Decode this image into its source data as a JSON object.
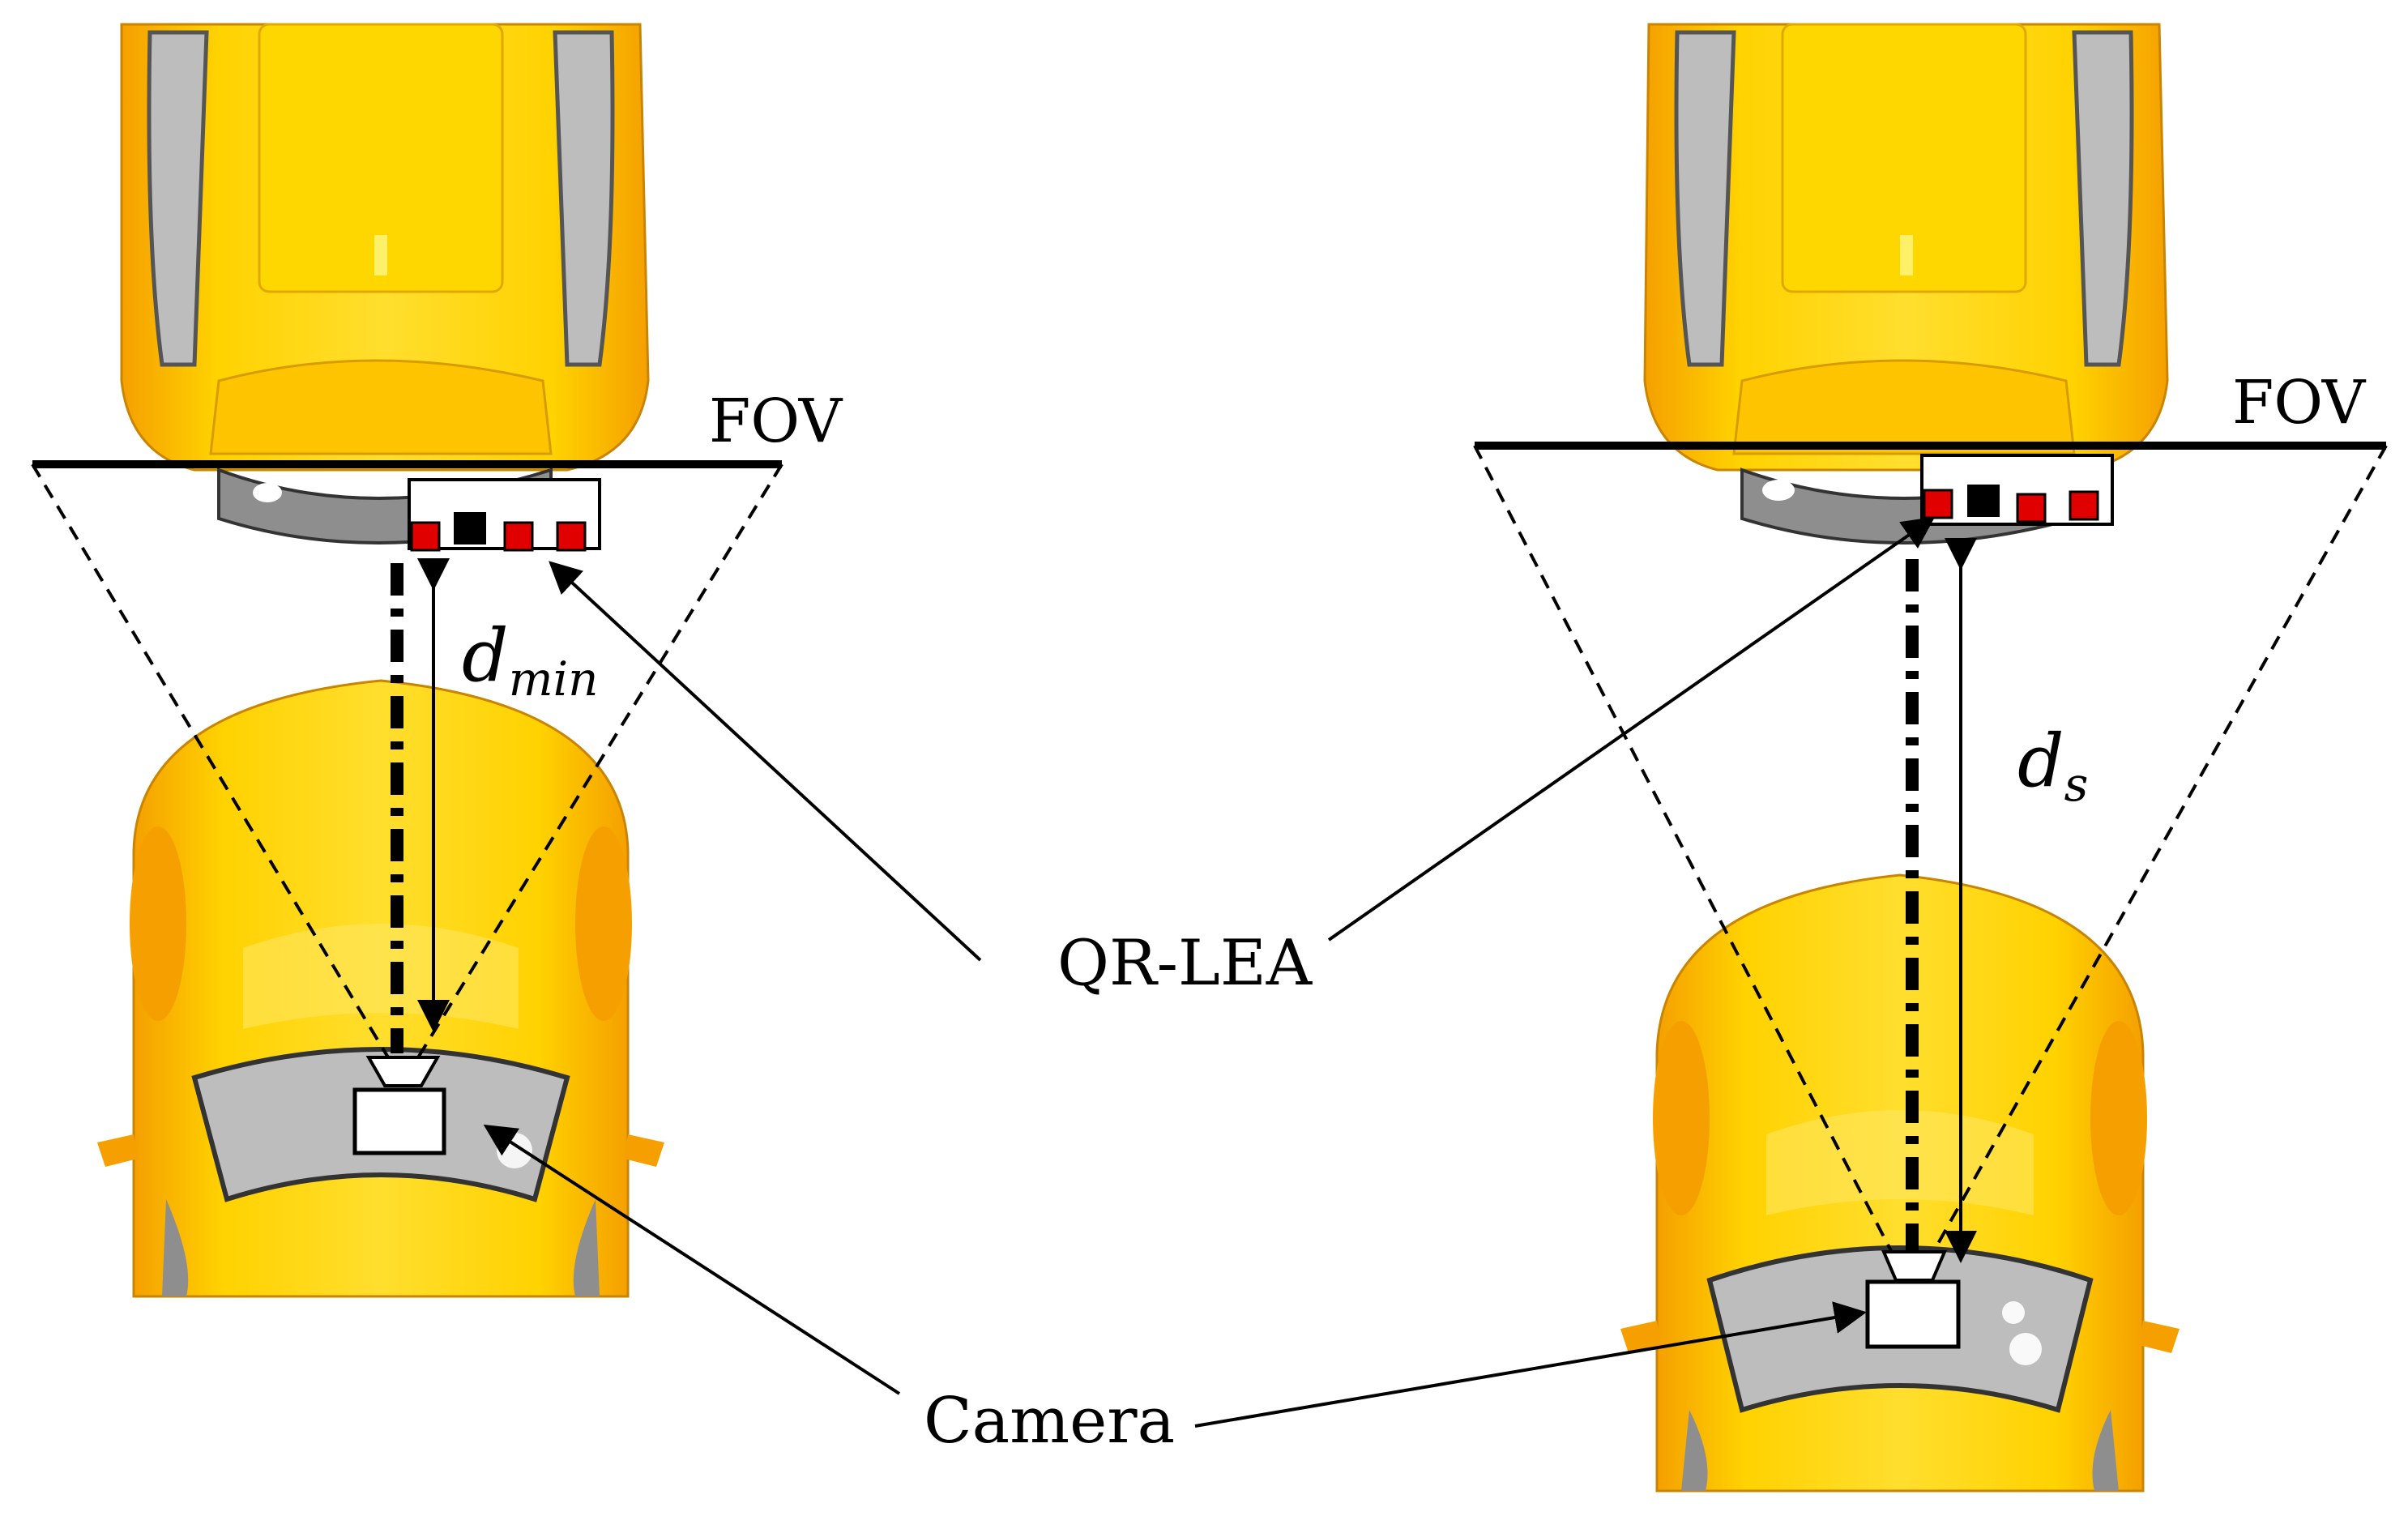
{
  "labels": {
    "fov_left": "FOV",
    "fov_right": "FOV",
    "qr_lea": "QR-LEA",
    "camera": "Camera",
    "d_min_base": "d",
    "d_min_sub": "min",
    "d_s_base": "d",
    "d_s_sub": "s"
  },
  "colors": {
    "car_body": "#FFD200",
    "car_shade": "#F5A000",
    "car_highlight": "#FFE766",
    "glass": "#BDBDBD",
    "glass_dark": "#8E8E8E",
    "marker_red": "#E00000",
    "marker_black": "#000000",
    "line": "#000000"
  },
  "icons": {
    "camera": "camera-box-icon",
    "lea_panel": "led-array-icon"
  }
}
